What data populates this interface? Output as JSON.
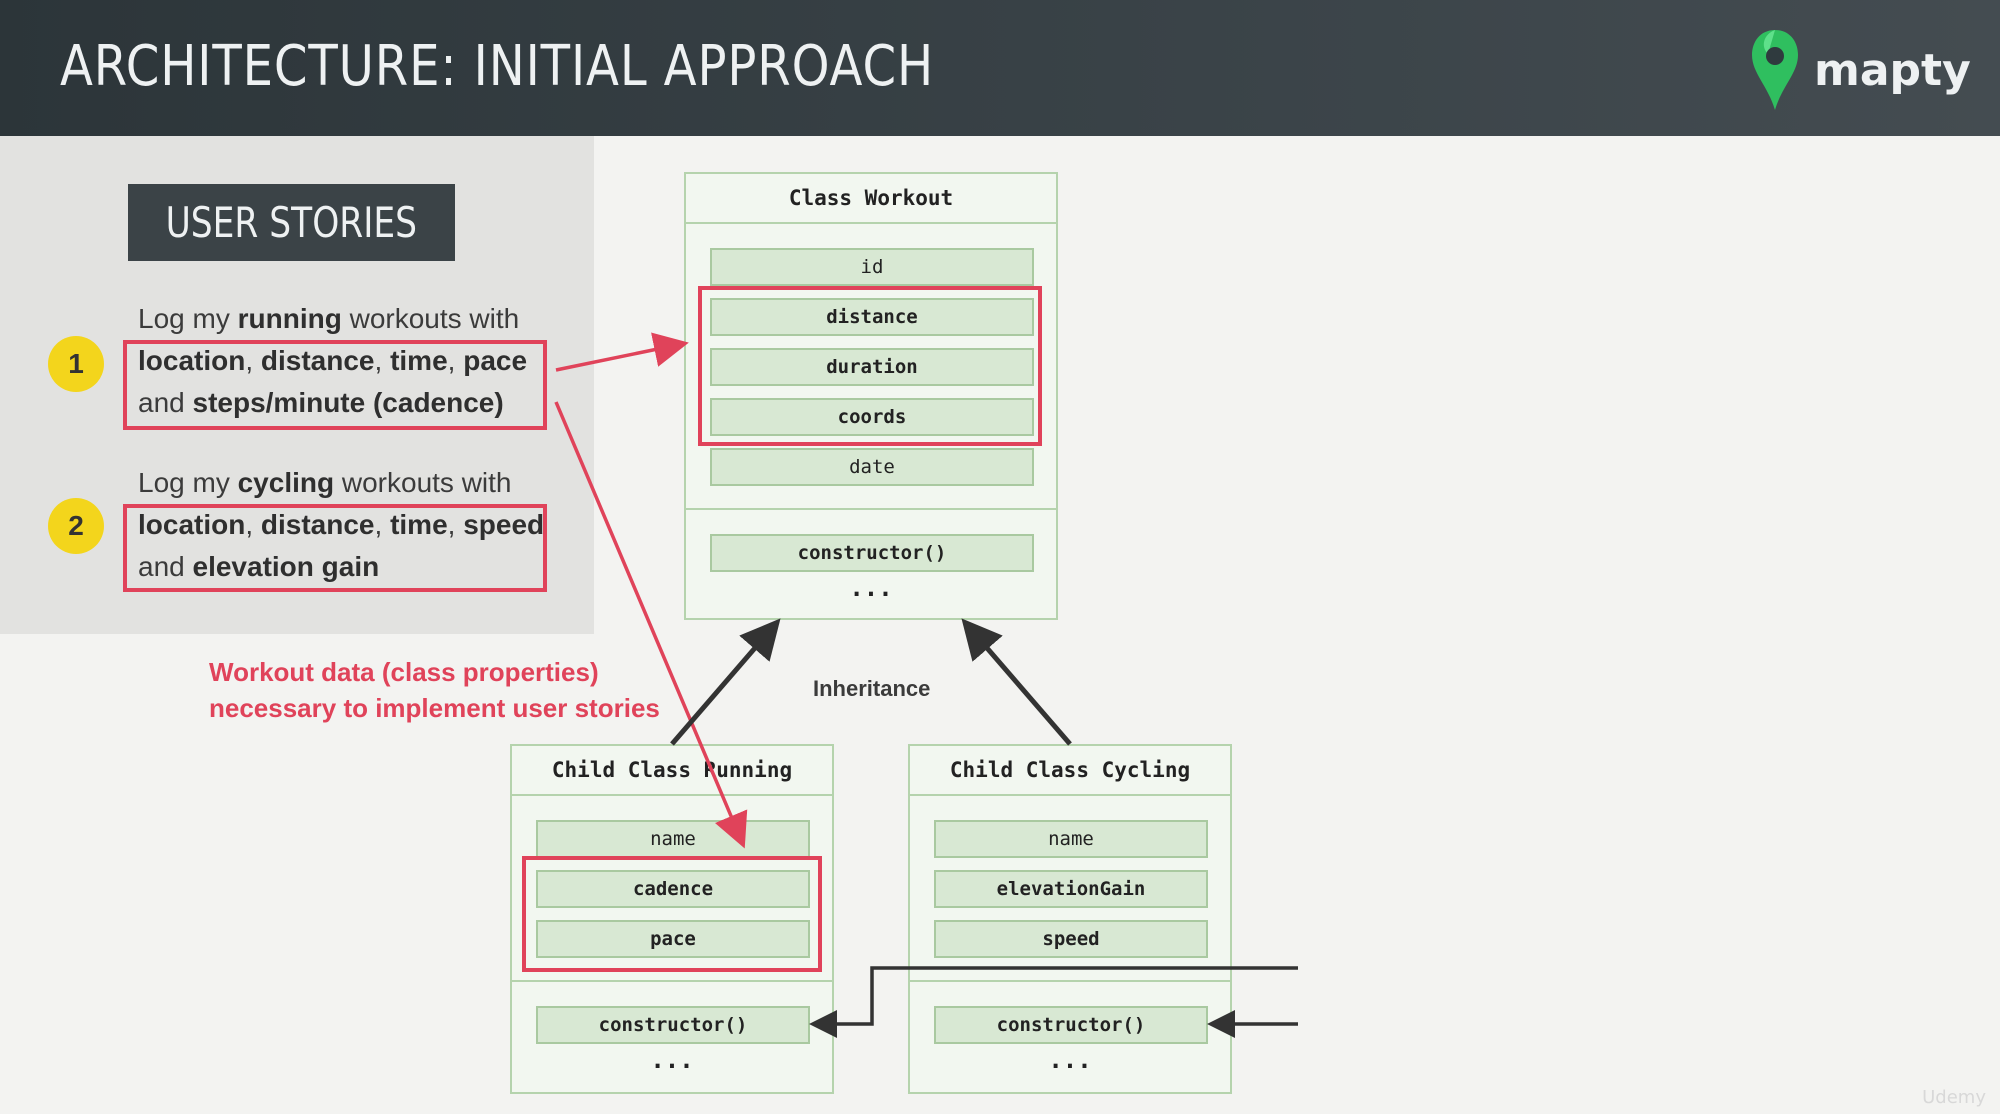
{
  "header": {
    "title": "ARCHITECTURE: INITIAL APPROACH",
    "logo_text": "mapty",
    "logo_icon": "map-pin-icon",
    "accent": "#2fbf5f"
  },
  "stories": {
    "badge": "USER STORIES",
    "items": [
      {
        "number": "1",
        "line1_pre": "Log my ",
        "line1_bold": "running",
        "line1_post": " workouts with",
        "line2": [
          [
            "location",
            true
          ],
          [
            ", ",
            false
          ],
          [
            "distance",
            true
          ],
          [
            ", ",
            false
          ],
          [
            "time",
            true
          ],
          [
            ", ",
            false
          ],
          [
            "pace",
            true
          ]
        ],
        "line3": [
          [
            "and ",
            false
          ],
          [
            "steps/minute (cadence)",
            true
          ]
        ]
      },
      {
        "number": "2",
        "line1_pre": "Log my ",
        "line1_bold": "cycling",
        "line1_post": " workouts with",
        "line2": [
          [
            "location",
            true
          ],
          [
            ", ",
            false
          ],
          [
            "distance",
            true
          ],
          [
            ", ",
            false
          ],
          [
            "time",
            true
          ],
          [
            ", ",
            false
          ],
          [
            "speed",
            true
          ]
        ],
        "line3": [
          [
            "and ",
            false
          ],
          [
            "elevation gain",
            true
          ]
        ]
      }
    ]
  },
  "note": {
    "line1": "Workout data (class properties)",
    "line2": "necessary to implement user stories",
    "color": "#e0435a"
  },
  "inheritance_label": "Inheritance",
  "classes": {
    "workout": {
      "title": "Class Workout",
      "fields": [
        "id",
        "distance",
        "duration",
        "coords",
        "date"
      ],
      "method": "constructor()",
      "more": "..."
    },
    "running": {
      "title": "Child Class Running",
      "fields": [
        "name",
        "cadence",
        "pace"
      ],
      "method": "constructor()",
      "more": "..."
    },
    "cycling": {
      "title": "Child Class Cycling",
      "fields": [
        "name",
        "elevationGain",
        "speed"
      ],
      "method": "constructor()",
      "more": "..."
    }
  },
  "watermark": "Udemy"
}
